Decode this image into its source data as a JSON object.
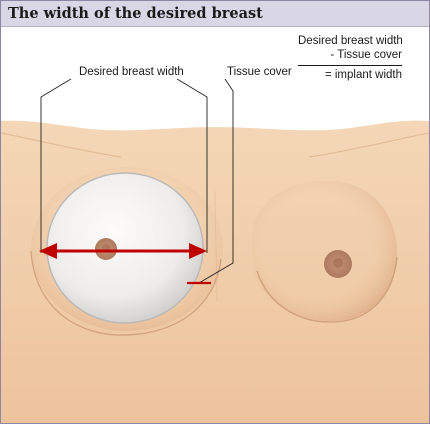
{
  "title": "The width of the desired breast",
  "labels": {
    "desired_width": "Desired breast width",
    "tissue_cover": "Tissue cover"
  },
  "formula": {
    "line1": "Desired breast width",
    "line2": "- Tissue cover",
    "result": "= implant width"
  },
  "colors": {
    "title_bar": "#d9d6e6",
    "skin": "#f0cda8",
    "arrow": "#c00000",
    "implant": "#ececec"
  }
}
